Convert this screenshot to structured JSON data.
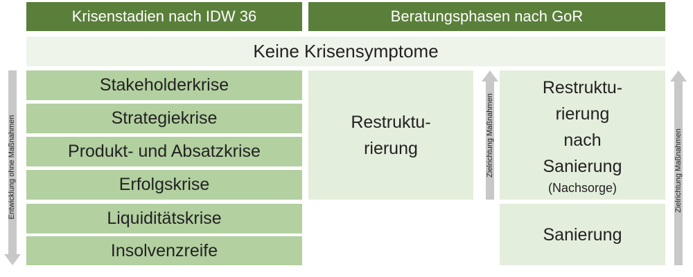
{
  "headers": {
    "left": "Krisenstadien nach IDW 36",
    "right": "Beratungsphasen nach GoR"
  },
  "banner": "Keine Krisensymptome",
  "stages": [
    "Stakeholderkrise",
    "Strategiekrise",
    "Produkt- und Absatzkrise",
    "Erfolgskrise",
    "Liquiditätskrise",
    "Insolvenzreife"
  ],
  "phases": {
    "restrukturierung": [
      "Restruktu-",
      "rierung"
    ],
    "nach_sanierung": [
      "Restruktu-",
      "rierung",
      "nach",
      "Sanierung"
    ],
    "nachsorge": "(Nachsorge)",
    "sanierung": "Sanierung"
  },
  "arrows": {
    "left": "Entwicklung ohne Maßnahmen",
    "middle": "Zielrichtung Maßnahmen",
    "right": "Zielrichtung Maßnahmen"
  },
  "colors": {
    "header": "#5a7f3a",
    "stage": "#b3d0a0",
    "phase": "#e4eedc",
    "banner": "#eef4ea",
    "arrow": "#c8c8c8"
  }
}
